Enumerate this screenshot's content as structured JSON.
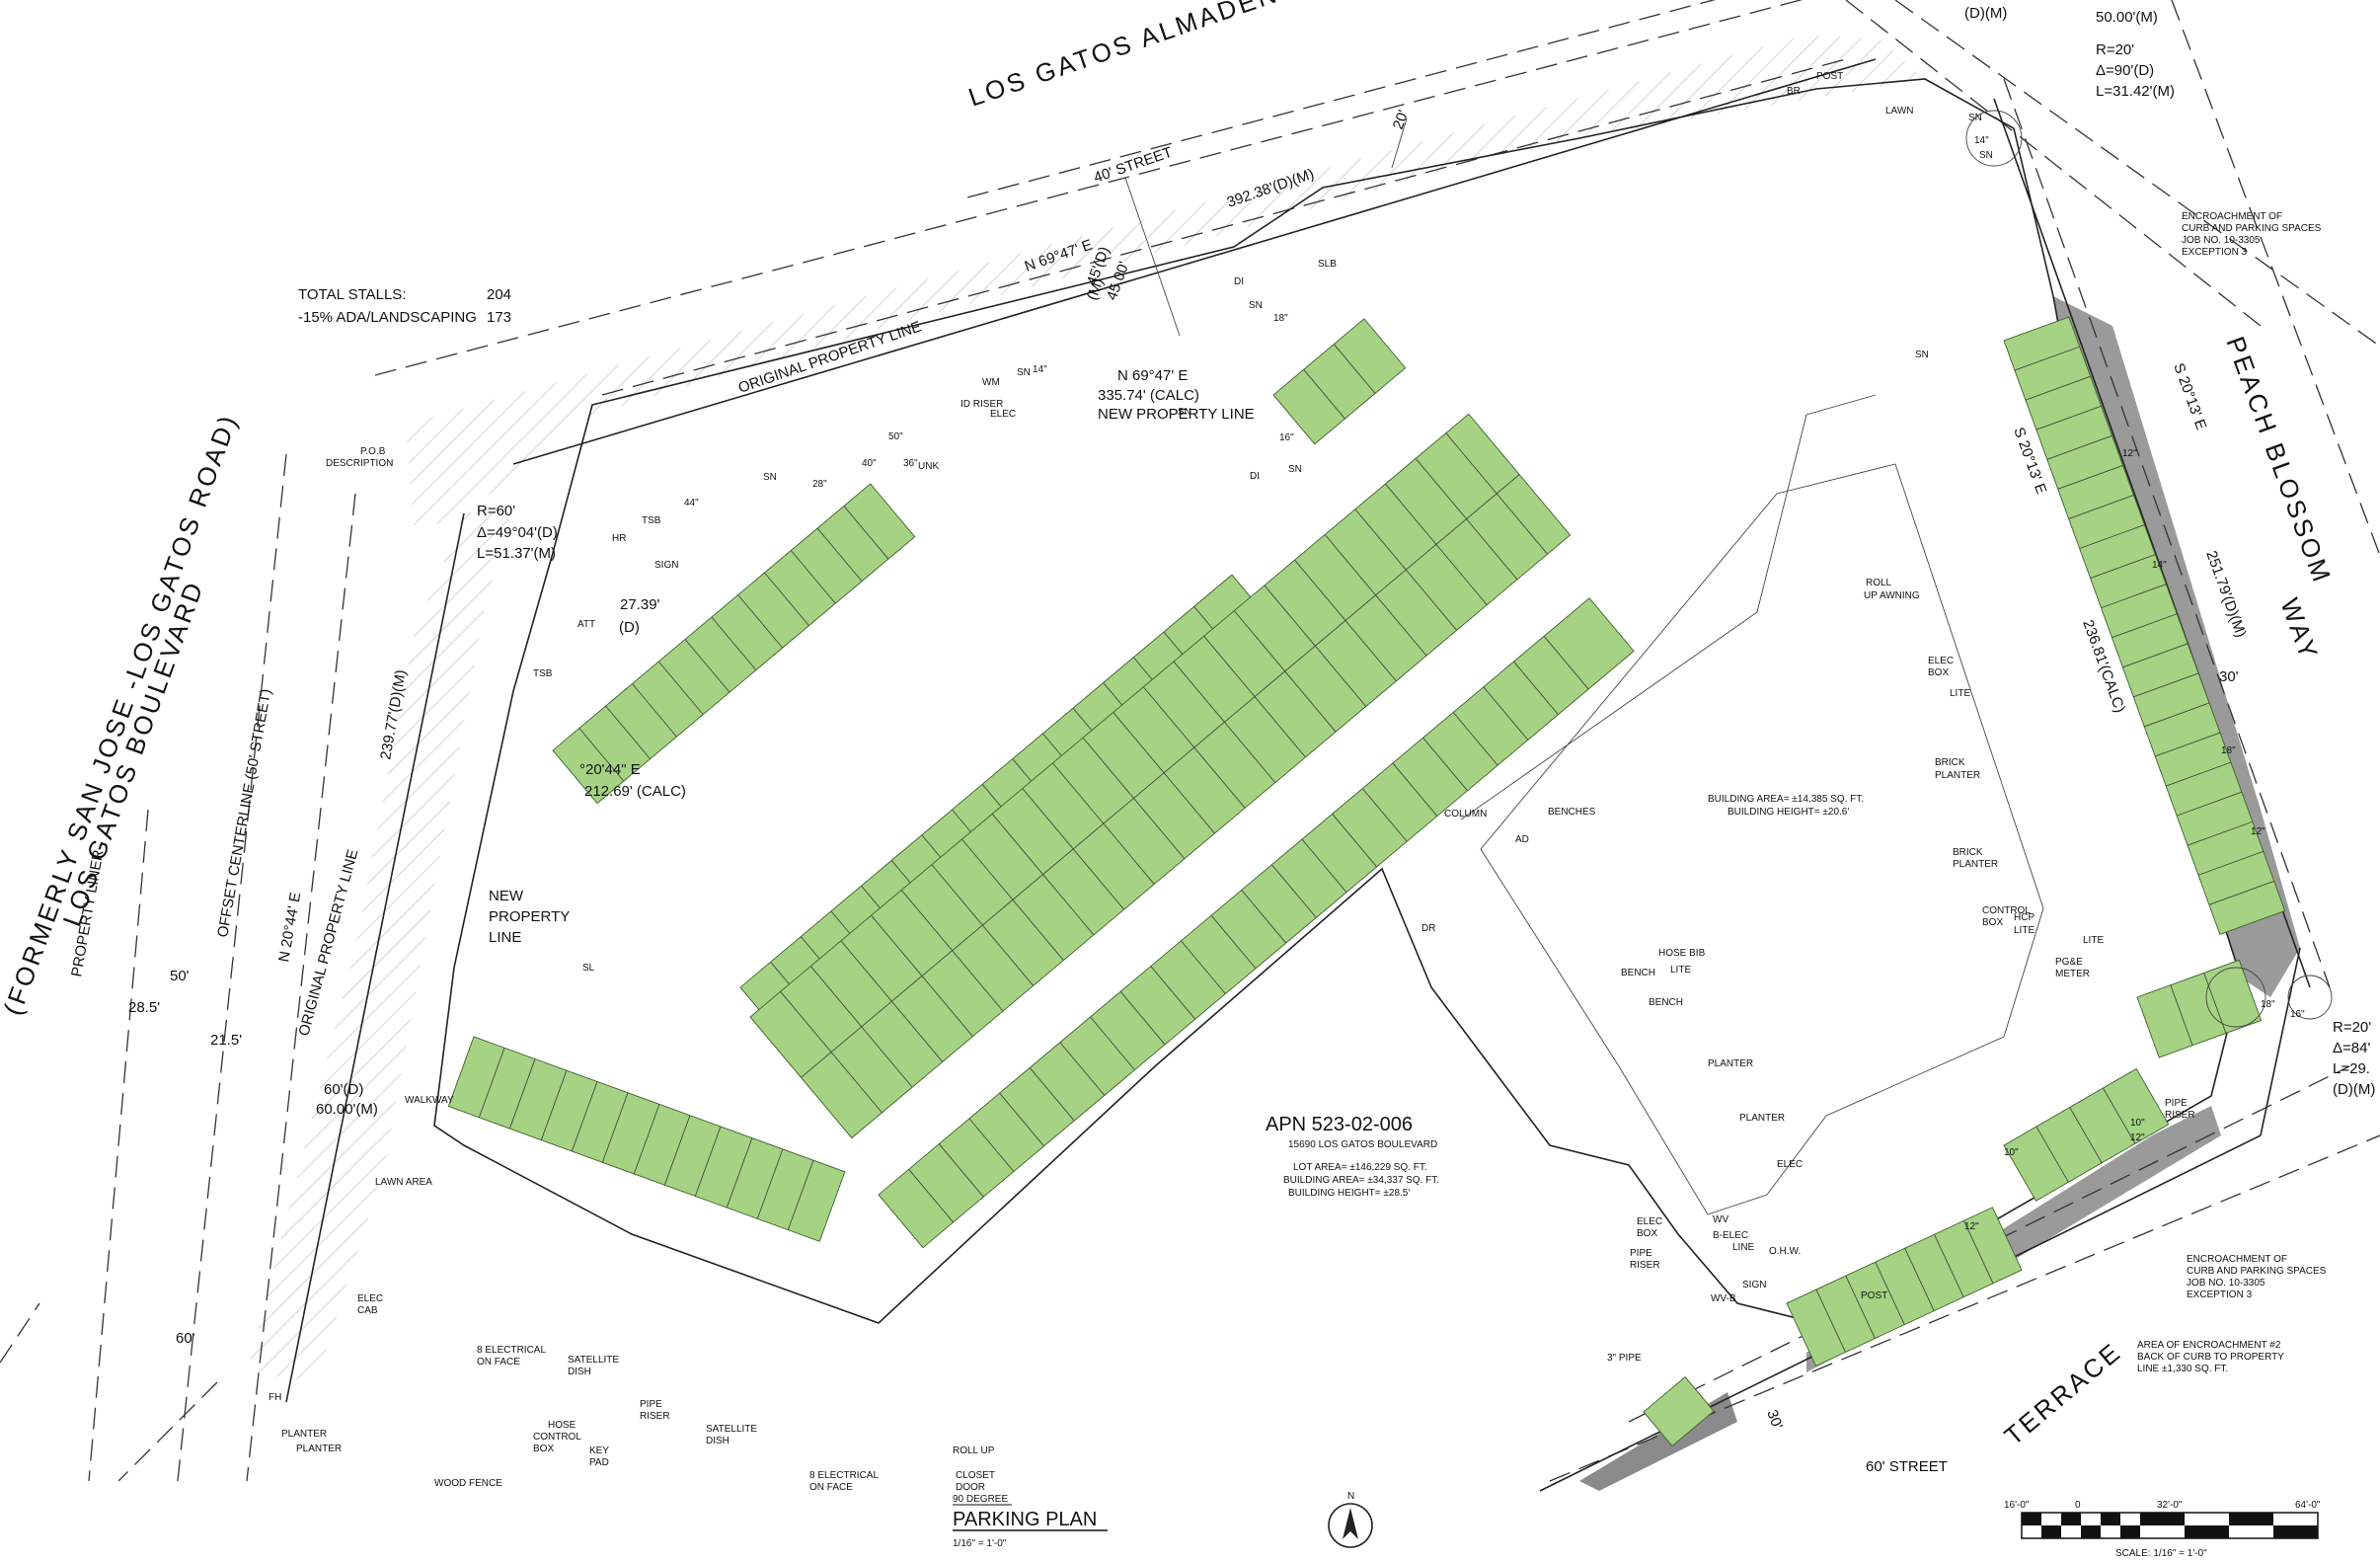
{
  "stalls": {
    "total_label": "TOTAL STALLS:",
    "total_value": "204",
    "reduced_label": "-15% ADA/LANDSCAPING",
    "reduced_value": "173"
  },
  "streets": {
    "north": "LOS GATOS  ALMADEN ROAD",
    "east_1": "PEACH BLOSSOM",
    "east_2": "WAY",
    "west_1": "LOS GATOS  BOULEVARD",
    "west_2": "(FORMERLY SAN JOSE -LOS GATOS ROAD)",
    "south": "TERRACE",
    "north_width": "40' STREET",
    "south_width": "60' STREET"
  },
  "parcel": {
    "apn": "APN   523-02-006",
    "address": "15690   LOS GATOS BOULEVARD",
    "lot_area": "LOT AREA= ±146,229 SQ. FT.",
    "building_area": "BUILDING AREA= ±34,337 SQ. FT.",
    "building_height": "BUILDING HEIGHT= ±28.5'",
    "bldg2_area": "BUILDING AREA= ±14,385 SQ. FT.",
    "bldg2_height": "BUILDING HEIGHT= ±20.6'"
  },
  "dimensions": {
    "north_1": "N 69°47' E",
    "north_2": "392.38'(D)(M)",
    "north_3": "45'(D)",
    "north_4": "45.00'",
    "north_5": "(M)",
    "new_line_1": "N 69°47' E",
    "new_line_2": "335.74' (CALC)",
    "new_line_3": "NEW PROPERTY LINE",
    "orig_line": "ORIGINAL PROPERTY LINE",
    "curve_r": "R=60'",
    "curve_d": "Δ=49°04'(D)",
    "curve_l": "L=51.37'(M)",
    "d_27": "27.39'",
    "d_27b": "(D)",
    "west_bearing": "°20'44\" E",
    "west_calc": "212.69' (CALC)",
    "west_n": "N 20°44' E",
    "west_dist": "239.77'(D)(M)",
    "offset_cl": "OFFSET CENTERLINE (50' STREET)",
    "orig_line_w": "ORIGINAL PROPERTY LINE",
    "property_liner": "PROPERTY LINER",
    "d_50": "50'",
    "d_285": "28.5'",
    "d_215": "21.5'",
    "d_60d": "60'(D)",
    "d_60m": "60.00'(M)",
    "d_60": "60'",
    "east_s1": "S 20°13' E",
    "east_s2": "S 20°13' E",
    "east_d1": "251.79'(D)(M)",
    "east_d2": "236.81'(CALC)",
    "d_30": "30'",
    "d_30s": "30'",
    "d_20": "20'",
    "ne_r": "R=20'",
    "ne_d": "Δ=90'(D)",
    "ne_l": "L=31.42'(M)",
    "ne_top1": "(D)(M)",
    "ne_top2": "50.00'(M)",
    "se_r": "R=20'",
    "se_d": "Δ=84'",
    "se_l": "L=29.",
    "se_dm": "(D)(M)",
    "pob": "P.O.B",
    "pob2": "DESCRIPTION",
    "new_prop_1": "NEW",
    "new_prop_2": "PROPERTY",
    "new_prop_3": "LINE"
  },
  "notes": {
    "enc_top_1": "ENCROACHMENT OF",
    "enc_top_2": "CURB AND PARKING SPACES",
    "enc_top_3": "JOB NO. 10-3305",
    "enc_top_4": "EXCEPTION 3",
    "enc_bot_1": "ENCROACHMENT OF",
    "enc_bot_2": "CURB AND PARKING SPACES",
    "enc_bot_3": "JOB NO. 10-3305",
    "enc_bot_4": "EXCEPTION 3",
    "area_1": "AREA OF ENCROACHMENT #2",
    "area_2": "BACK OF CURB TO PROPERTY",
    "area_3": "LINE ±1,330 SQ. FT."
  },
  "features": [
    "LAWN",
    "SN",
    "14\"",
    "SN",
    "BR",
    "POST",
    "DI",
    "SN",
    "SLB",
    "18\"",
    "16\"",
    "SN",
    "DI",
    "SN",
    "SN",
    "WM",
    "ID RISER",
    "ELEC",
    "SN",
    "14\"",
    "50\"",
    "40\"",
    "36\"",
    "UNK",
    "28\"",
    "SN",
    "44\"",
    "TSB",
    "HR",
    "SIGN",
    "ATT",
    "TSB",
    "SL",
    "ROLL",
    "UP AWNING",
    "ELEC",
    "BOX",
    "LITE",
    "BRICK",
    "PLANTER",
    "BRICK",
    "PLANTER",
    "CONTROL",
    "BOX",
    "HCP",
    "LITE",
    "PG&E",
    "METER",
    "LITE",
    "DR",
    "COLUMN",
    "BENCHES",
    "AD",
    "HOSE BIB",
    "LITE",
    "BENCH",
    "BENCH",
    "PLANTER",
    "PLANTER",
    "ELEC",
    "ELEC",
    "BOX",
    "PIPE",
    "RISER",
    "WV",
    "B-ELEC",
    "LINE",
    "O.H.W.",
    "SIGN",
    "WV-B",
    "POST",
    "3\" PIPE",
    "PLANTER",
    "WALKWAY",
    "LAWN AREA",
    "ELEC",
    "CAB",
    "8 ELECTRICAL",
    "ON FACE",
    "SATELLITE",
    "DISH",
    "HOSE",
    "CONTROL",
    "BOX",
    "KEY",
    "PAD",
    "PIPE",
    "RISER",
    "SATELLITE",
    "DISH",
    "WOOD FENCE",
    "8 ELECTRICAL",
    "ON FACE",
    "ROLL UP",
    "CLOSET",
    "DOOR",
    "PLANTER",
    "FH",
    "PIPE",
    "RISER",
    "12\"",
    "12\"",
    "14\"",
    "18\"",
    "12\"",
    "18\"",
    "16\"",
    "10\"",
    "12\"",
    "10\""
  ],
  "footer": {
    "degree": "90 DEGREE",
    "title": "PARKING PLAN",
    "scale_small": "1/16\" = 1'-0\"",
    "north": "N",
    "scale_0": "16'-0\"",
    "scale_1": "0",
    "scale_2": "32'-0\"",
    "scale_3": "64'-0\"",
    "scale_label": "SCALE: 1/16\" = 1'-0\""
  }
}
